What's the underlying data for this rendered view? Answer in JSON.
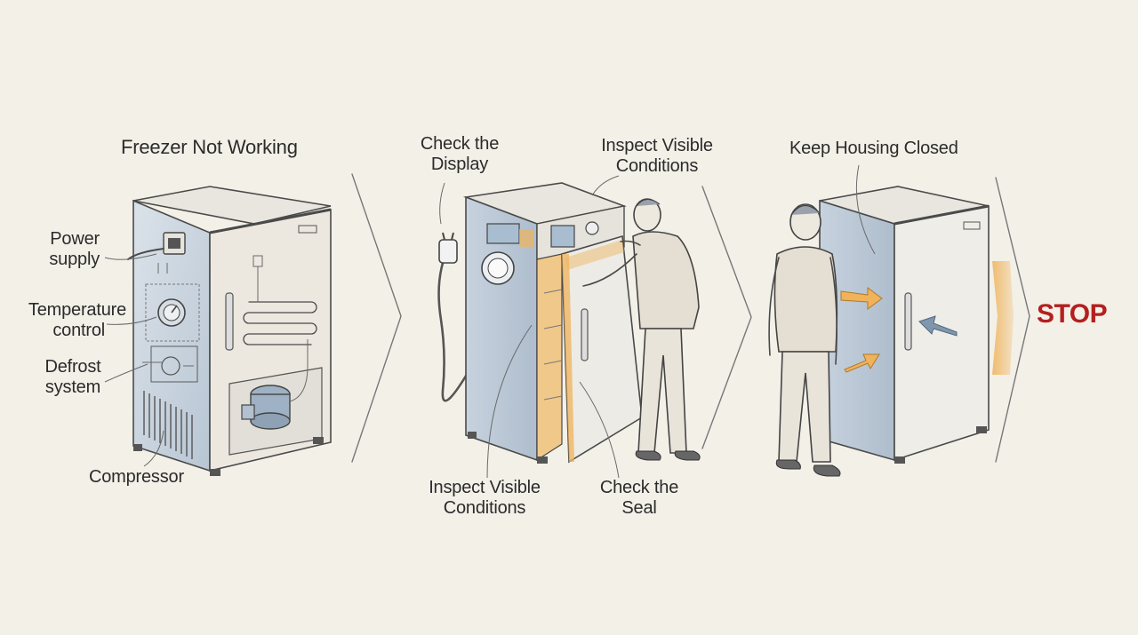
{
  "panels": [
    {
      "title": "Freezer Not Working",
      "labels": {
        "power": [
          "Power",
          "supply"
        ],
        "temp": [
          "Temperature",
          "control"
        ],
        "defrost": [
          "Defrost",
          "system"
        ],
        "compressor": "Compressor"
      }
    },
    {
      "labels": {
        "display": [
          "Check the",
          "Display"
        ],
        "inspect_top": [
          "Inspect Visible",
          "Conditions"
        ],
        "inspect_bottom": [
          "Inspect Visible",
          "Conditions"
        ],
        "seal": [
          "Check the",
          "Seal"
        ]
      }
    },
    {
      "title": "Keep Housing Closed",
      "stop": "STOP"
    }
  ],
  "colors": {
    "background": "#f3f0e8",
    "accent_orange": "#f0b35a",
    "stop_red": "#b3201f",
    "metal_blue": "#b9c7d6",
    "arrow_blue": "#7f97ad"
  },
  "icons": [
    "power-plug-icon",
    "thermostat-dial-icon",
    "compressor-icon",
    "person-icon",
    "arrow-icon"
  ]
}
